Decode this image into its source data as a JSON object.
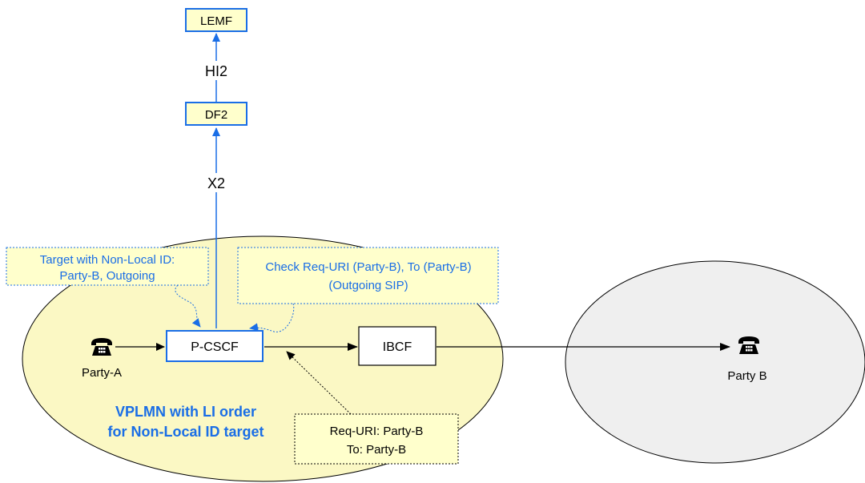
{
  "nodes": {
    "lemf": "LEMF",
    "df2": "DF2",
    "pcscf": "P-CSCF",
    "ibcf": "IBCF"
  },
  "edge_labels": {
    "hi2": "HI2",
    "x2": "X2"
  },
  "parties": {
    "party_a": "Party-A",
    "party_b": "Party B"
  },
  "network_label": {
    "line1": "VPLMN  with LI order",
    "line2": "for Non-Local ID target"
  },
  "callouts": {
    "target": {
      "line1": "Target with Non-Local ID:",
      "line2": "Party-B, Outgoing"
    },
    "check": {
      "line1": "Check Req-URI (Party-B), To (Party-B)",
      "line2": "(Outgoing SIP)"
    },
    "request": {
      "line1": "Req-URI: Party-B",
      "line2": "To: Party-B"
    }
  },
  "icons": {
    "party_a": "telephone-icon",
    "party_b": "telephone-icon"
  },
  "colors": {
    "accent_blue": "#1a6ee6",
    "node_fill": "#ffffcc",
    "vplmn_fill": "#fbf8c4",
    "other_network_fill": "#efefef",
    "line": "#000000"
  }
}
